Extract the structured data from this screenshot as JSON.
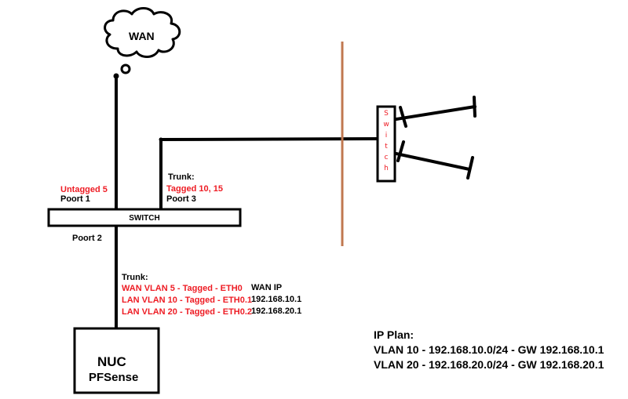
{
  "colors": {
    "line": "#000000",
    "label_red": "#ee1c24",
    "wall": "#c07850"
  },
  "cloud": {
    "label": "WAN"
  },
  "switch": {
    "label": "SWITCH"
  },
  "port1": {
    "vlan": "Untagged 5",
    "name": "Poort 1"
  },
  "port2": {
    "name": "Poort 2"
  },
  "port3": {
    "title": "Trunk:",
    "vlan": "Tagged 10, 15",
    "name": "Poort 3"
  },
  "nuc_trunk": {
    "title": "Trunk:",
    "rows": [
      {
        "vlan": "WAN VLAN 5 - Tagged - ETH0",
        "ip": "WAN IP"
      },
      {
        "vlan": "LAN VLAN 10 - Tagged - ETH0.1",
        "ip": "192.168.10.1"
      },
      {
        "vlan": "LAN VLAN 20 - Tagged - ETH0.2",
        "ip": "192.168.20.1"
      }
    ]
  },
  "nuc": {
    "line1": "NUC",
    "line2": "PFSense"
  },
  "remote_switch": {
    "label_chars": [
      "S",
      "w",
      "i",
      "t",
      "c",
      "h"
    ]
  },
  "ip_plan": {
    "title": "IP Plan:",
    "lines": [
      "VLAN 10 - 192.168.10.0/24 - GW 192.168.10.1",
      "VLAN 20 - 192.168.20.0/24 - GW 192.168.20.1"
    ]
  }
}
